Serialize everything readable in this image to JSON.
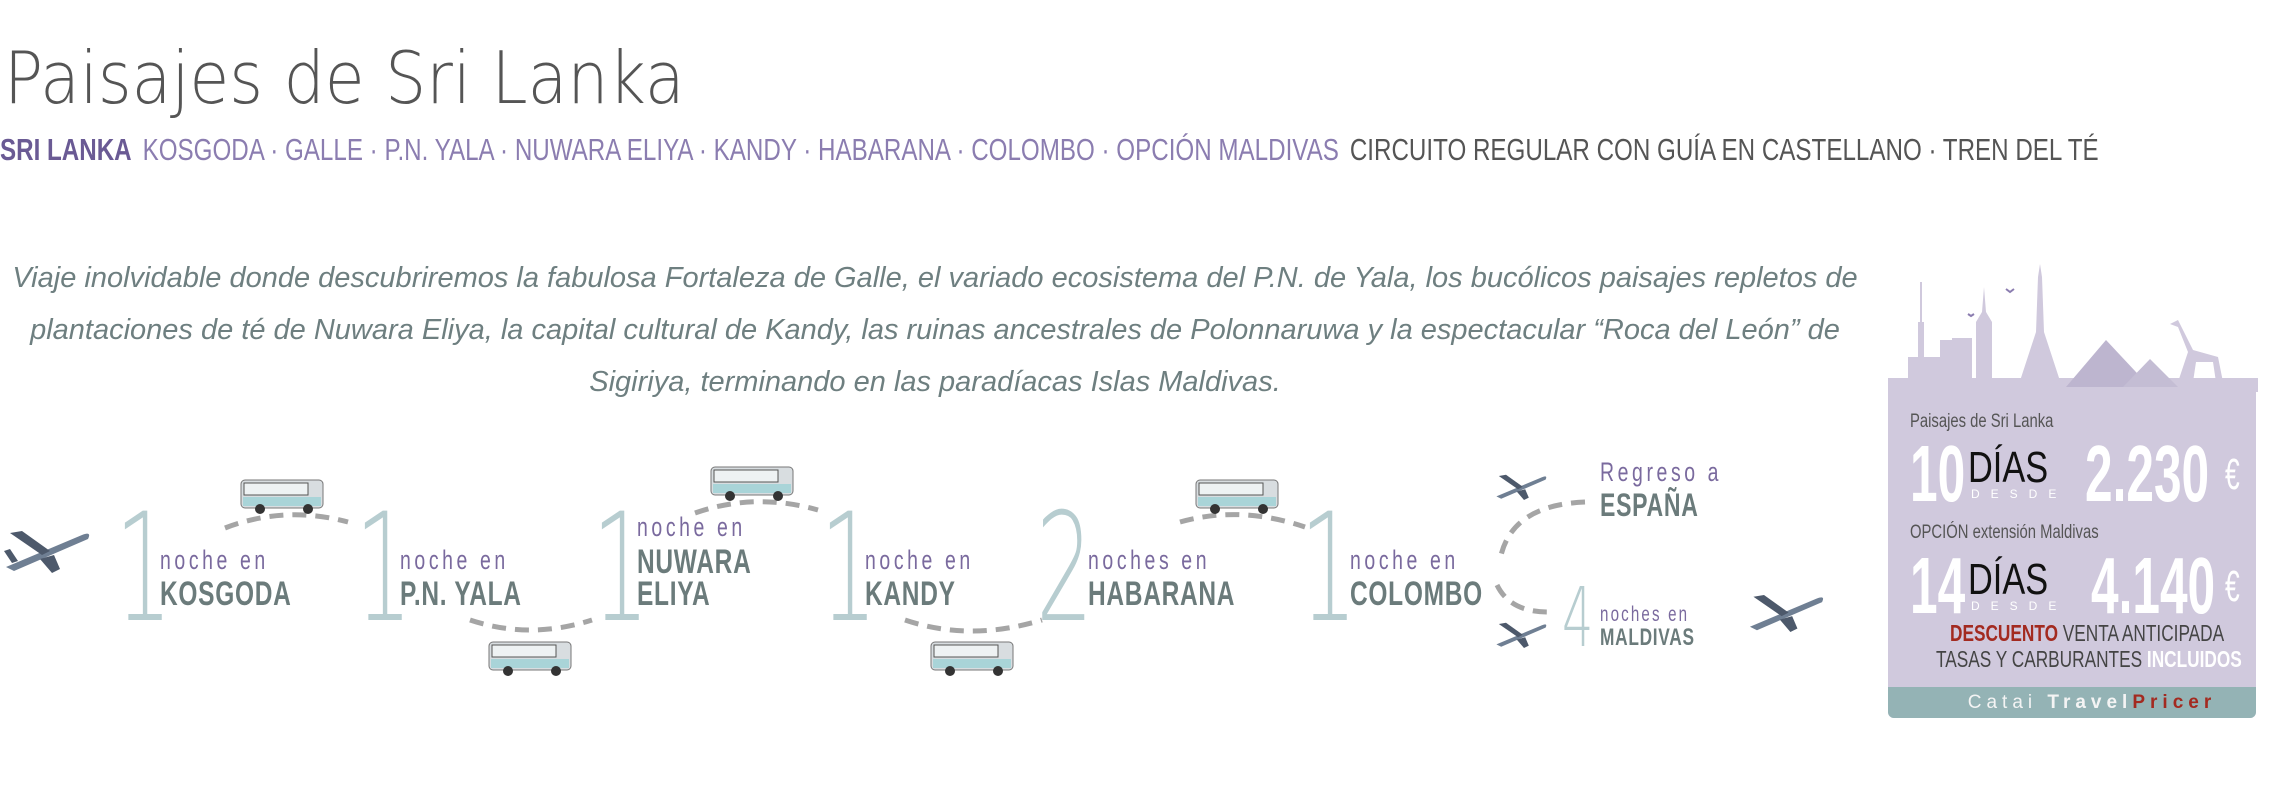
{
  "header": {
    "title": "Paisajes de Sri Lanka",
    "country": "SRI LANKA",
    "route": "KOSGODA · GALLE · P.N. YALA · NUWARA ELIYA · KANDY · HABARANA · COLOMBO · OPCIÓN MALDIVAS",
    "extras": "CIRCUITO REGULAR CON GUÍA EN CASTELLANO · TREN DEL TÉ"
  },
  "description": "Viaje inolvidable donde descubriremos la fabulosa Fortaleza de Galle, el variado ecosistema del P.N. de Yala, los bucólicos paisajes repletos de plantaciones de té de Nuwara Eliya, la capital cultural de Kandy, las ruinas ancestrales de Polonnaruwa y la espectacular “Roca del León” de Sigiriya, terminando en las paradíacas Islas Maldivas.",
  "itinerary": [
    {
      "nights": "1",
      "label": "noche en",
      "place": "KOSGODA"
    },
    {
      "nights": "1",
      "label": "noche en",
      "place": "P.N. YALA"
    },
    {
      "nights": "1",
      "label": "noche en",
      "place": "NUWARA ELIYA",
      "place1": "NUWARA",
      "place2": "ELIYA"
    },
    {
      "nights": "1",
      "label": "noche en",
      "place": "KANDY"
    },
    {
      "nights": "2",
      "label": "noches en",
      "place": "HABARANA"
    },
    {
      "nights": "1",
      "label": "noche en",
      "place": "COLOMBO"
    }
  ],
  "return": {
    "label": "Regreso a",
    "place": "ESPAÑA"
  },
  "extension": {
    "nights": "4",
    "label": "noches en",
    "place": "MALDIVAS"
  },
  "card": {
    "trip_name": "Paisajes de Sri Lanka",
    "days1": "10",
    "days_label": "DÍAS",
    "from_label": "DESDE",
    "price1": "2.230",
    "currency": "€",
    "option_label": "OPCIÓN extensión Maldivas",
    "days2": "14",
    "price2": "4.140",
    "discount_word": "DESCUENTO",
    "discount_rest": "VENTA ANTICIPADA",
    "taxes_text": "TASAS Y CARBURANTES",
    "taxes_included": "INCLUIDOS",
    "brand_catai": "Catai",
    "brand_travel": "Travel",
    "brand_pricer": "Pricer"
  },
  "colors": {
    "purple": "#7a6a9e",
    "teal": "#94b3b5",
    "card": "#d0c9dd",
    "red": "#a32a20"
  }
}
